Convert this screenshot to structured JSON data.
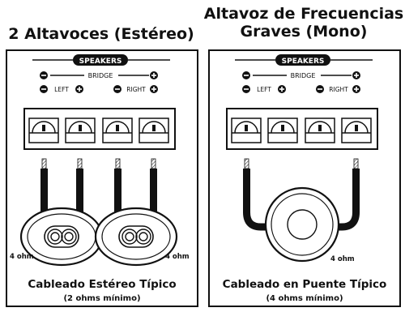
{
  "left_panel": {
    "title": "2 Altavoces (Estéreo)",
    "speakers_label": "SPEAKERS",
    "bridge_label": "BRIDGE",
    "left_label": "LEFT",
    "right_label": "RIGHT",
    "ohm_left": "4 ohm",
    "ohm_right": "4 ohm",
    "caption": "Cableado Estéreo Típico",
    "subcaption": "(2 ohms mínimo)"
  },
  "right_panel": {
    "title_line1": "Altavoz de Frecuencias",
    "title_line2": "Graves (Mono)",
    "speakers_label": "SPEAKERS",
    "bridge_label": "BRIDGE",
    "left_label": "LEFT",
    "right_label": "RIGHT",
    "ohm": "4 ohm",
    "caption": "Cableado en Puente Típico",
    "subcaption": "(4 ohms mínimo)"
  },
  "colors": {
    "ink": "#111111",
    "background": "#ffffff"
  }
}
